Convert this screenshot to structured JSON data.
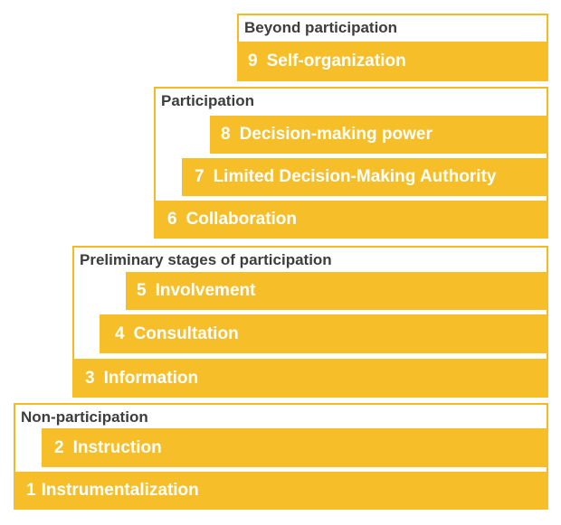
{
  "colors": {
    "accent": "#F6BE28",
    "border": "#F6B920",
    "title_text": "#3d3d3d",
    "step_text": "#ffffff"
  },
  "groups": [
    {
      "title": "Beyond participation",
      "steps": [
        {
          "num": "9",
          "label": "Self-organization"
        }
      ]
    },
    {
      "title": "Participation",
      "steps": [
        {
          "num": "8",
          "label": "Decision-making power"
        },
        {
          "num": "7",
          "label": "Limited Decision-Making Authority"
        },
        {
          "num": "6",
          "label": "Collaboration"
        }
      ]
    },
    {
      "title": "Preliminary stages of participation",
      "steps": [
        {
          "num": "5",
          "label": "Involvement"
        },
        {
          "num": "4",
          "label": "Consultation"
        },
        {
          "num": "3",
          "label": "Information"
        }
      ]
    },
    {
      "title": "Non-participation",
      "steps": [
        {
          "num": "2",
          "label": "Instruction"
        },
        {
          "num": "1",
          "label": "Instrumentalization"
        }
      ]
    }
  ]
}
